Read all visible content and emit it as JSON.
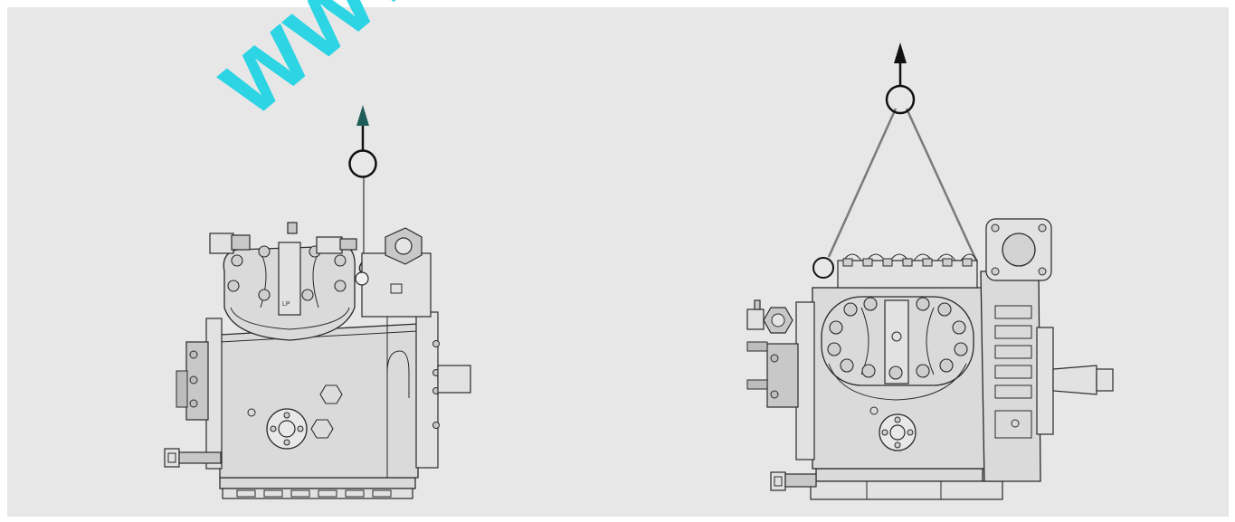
{
  "watermark": {
    "text": "www.r"
  },
  "colors": {
    "background": "#e7e7e7",
    "outline": "#2a2a2a",
    "body_fill": "#d9d9d9",
    "lift_line": "#7a7a7a",
    "watermark": "#22d4e4"
  },
  "figures": [
    {
      "name": "compressor-left",
      "lift": "single-eye-bolt",
      "icons": [
        "lifting-ring-icon",
        "up-arrow-icon"
      ]
    },
    {
      "name": "compressor-right",
      "lift": "two-point-sling",
      "icons": [
        "lifting-ring-icon",
        "up-arrow-icon"
      ]
    }
  ],
  "labels": {
    "valve_mark": "LP"
  }
}
